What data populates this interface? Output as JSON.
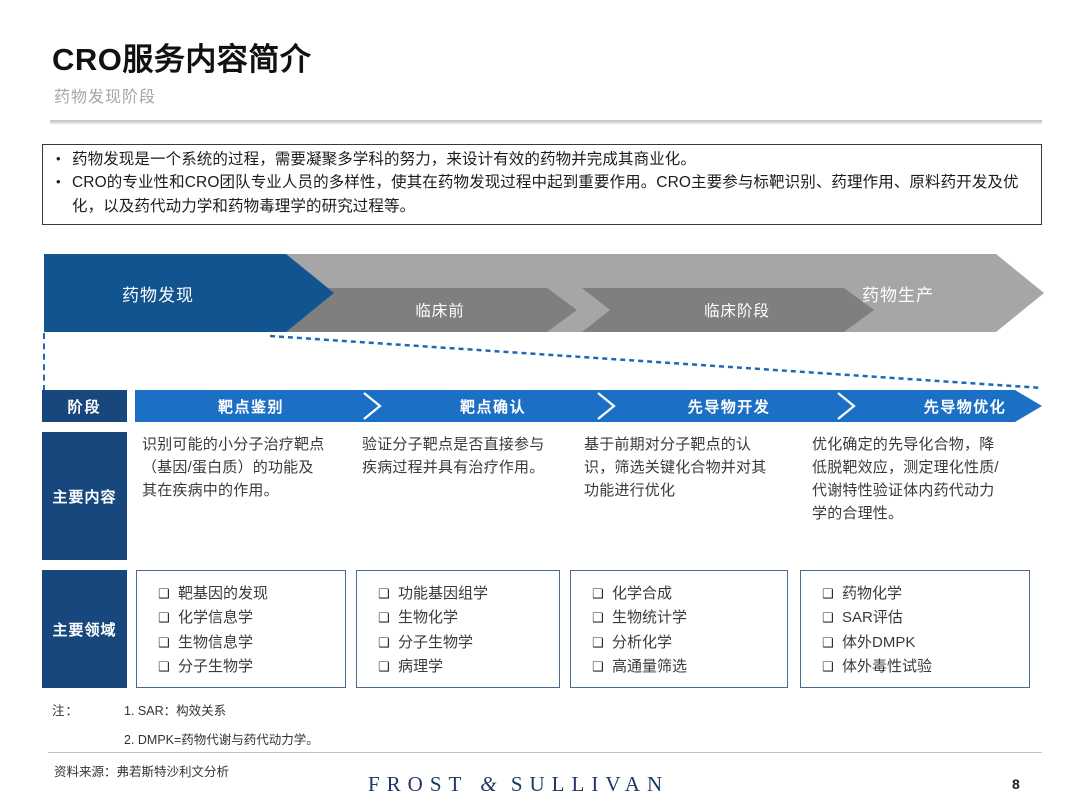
{
  "header": {
    "title": "CRO服务内容简介",
    "subtitle": "药物发现阶段"
  },
  "summary": {
    "bullets": [
      "药物发现是一个系统的过程，需要凝聚多学科的努力，来设计有效的药物并完成其商业化。",
      "CRO的专业性和CRO团队专业人员的多样性，使其在药物发现过程中起到重要作用。CRO主要参与标靶识别、药理作用、原料药开发及优化，以及药代动力学和药物毒理学的研究过程等。"
    ],
    "bullet_marker": "•"
  },
  "process_bar": {
    "stages": [
      {
        "label": "药物发现",
        "color": "#12548f",
        "level": "primary"
      },
      {
        "label": "临床前",
        "color": "#7f7f7f",
        "level": "secondary"
      },
      {
        "label": "临床阶段",
        "color": "#7f7f7f",
        "level": "secondary"
      },
      {
        "label": "药物生产",
        "color": "#a6a6a6",
        "level": "primary"
      }
    ]
  },
  "table": {
    "stage_header_label": "阶段",
    "stages": [
      "靶点鉴别",
      "靶点确认",
      "先导物开发",
      "先导物优化"
    ],
    "rows": [
      {
        "label": "主要内容",
        "cells": [
          "识别可能的小分子治疗靶点（基因/蛋白质）的功能及其在疾病中的作用。",
          "验证分子靶点是否直接参与疾病过程并具有治疗作用。",
          "基于前期对分子靶点的认识，筛选关键化合物并对其功能进行优化",
          "优化确定的先导化合物，降低脱靶效应，测定理化性质/代谢特性验证体内药代动力学的合理性。"
        ]
      },
      {
        "label": "主要领域",
        "checkbox_marker": "❑",
        "cells": [
          [
            "靶基因的发现",
            "化学信息学",
            "生物信息学",
            "分子生物学"
          ],
          [
            "功能基因组学",
            "生物化学",
            "分子生物学",
            "病理学"
          ],
          [
            "化学合成",
            "生物统计学",
            "分析化学",
            "高通量筛选"
          ],
          [
            "药物化学",
            "SAR评估",
            "体外DMPK",
            "体外毒性试验"
          ]
        ]
      }
    ]
  },
  "notes": {
    "label": "注：",
    "items": [
      "1. SAR：构效关系",
      "2. DMPK=药物代谢与药代动力学。"
    ]
  },
  "footer": {
    "source": "资料来源：弗若斯特沙利文分析",
    "brand_left": "FROST",
    "brand_amp": "&",
    "brand_right": "SULLIVAN",
    "page_number": "8"
  },
  "colors": {
    "navy": "#17477d",
    "bright_blue": "#1b6fc4",
    "deep_blue": "#12548f",
    "gray_light": "#a6a6a6",
    "gray_dark": "#7f7f7f",
    "brand_navy": "#1f3864"
  }
}
